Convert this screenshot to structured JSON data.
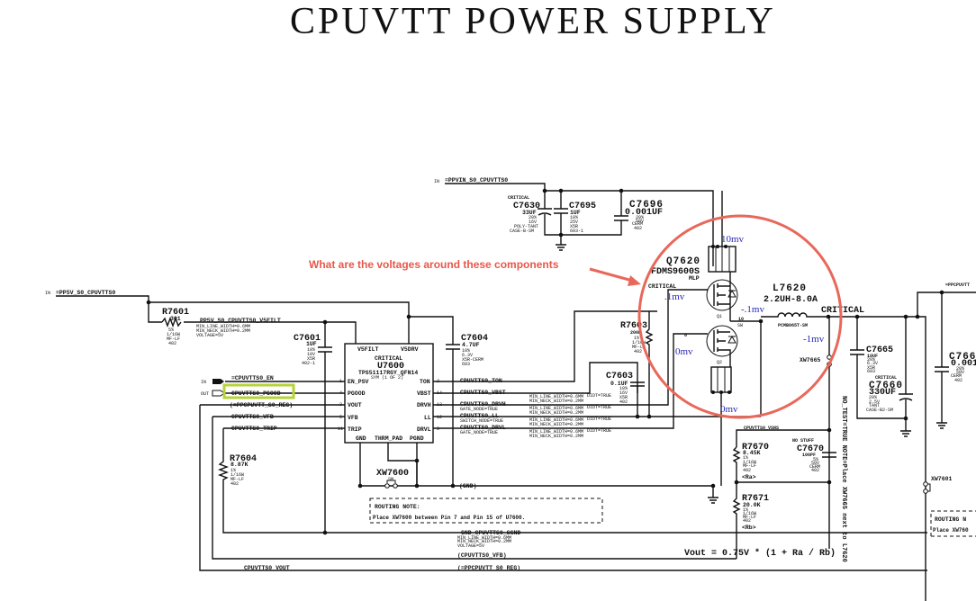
{
  "title": "CPUVTT POWER SUPPLY",
  "annotation": {
    "question": "What are the voltages around these components",
    "highlight_color": "#b6d33a",
    "circle_color": "#e8685a",
    "voltage_color": "#2a2ab8",
    "voltages": {
      "q7620_drain": "10mv",
      "q1_gate": ".1mv",
      "switch_node": "-.1mv",
      "q2_gate": "0mv",
      "q2_source": "0mv",
      "inductor_out": "-1mv"
    }
  },
  "nets": {
    "pp5v": "=PP5V_S0_CPUVTTS0",
    "pp5v_vfilt": "PP5V_S0_CPUVTTS0_V5FILT",
    "ppvin": "=PPVIN_S0_CPUVTTS0",
    "ppcpuvtt": "=PPCPUVTT",
    "en": "=CPUVTTS0_EN",
    "pgood": "CPUVTTS0_PGOOD",
    "reg": "(=PPCPUVTT_S0_REG)",
    "vfb": "CPUVTTS0_VFB",
    "trip": "CPUVTTS0_TRIP",
    "ton": "CPUVTTS0_TON",
    "vbst": "CPUVTTS0_VBST",
    "drvh": "CPUVTTS0_DRVH",
    "ll": "CPUVTTS0_LL",
    "drvl": "CPUVTTS0_DRVL",
    "gnd": "(GND)",
    "sgnd": "GND_CPUVTTS0_SGND",
    "vfb_paren": "(CPUVTTS0_VFB)",
    "reg_paren": "(=PPCPUVTT_S0_REG)",
    "vout": "CPUVTTS0_VOUT",
    "vsns": "CPUVTTS0_VSNS",
    "gate_node": "GATE_NODE=TRUE",
    "switch_node": "SWITCH_NODE=TRUE",
    "min_line": "MIN_LINE_WIDTH=0.6MM",
    "min_neck": "MIN_NECK_WIDTH=0.2MM",
    "diff": "DIDT=TRUE",
    "voltage5v": "VOLTAGE=5V",
    "en_in": "IN",
    "pgood_out": "OUT"
  },
  "u7600": {
    "ref": "U7600",
    "critical": "CRITICAL",
    "part": "TPS51117RGY_QFN14",
    "sym": "SYM (1 OF 2)",
    "pins_left": [
      {
        "num": "1",
        "name": "EN_PSV"
      },
      {
        "num": "4",
        "name": "PGOOD"
      },
      {
        "num": "3",
        "name": "VOUT"
      },
      {
        "num": "5",
        "name": "VFB"
      },
      {
        "num": "11",
        "name": "TRIP"
      }
    ],
    "pins_right": [
      {
        "num": "2",
        "name": "TON"
      },
      {
        "num": "14",
        "name": "VBST"
      },
      {
        "num": "13",
        "name": "DRVH"
      },
      {
        "num": "12",
        "name": "LL"
      },
      {
        "num": "8",
        "name": "DRVL"
      }
    ],
    "pins_top": [
      {
        "num": "4",
        "name": "V5FILT"
      },
      {
        "num": "10",
        "name": "V5DRV"
      }
    ],
    "pins_bottom": [
      {
        "num": "7",
        "name": "GND"
      },
      {
        "num": "15",
        "name": "THRM_PAD"
      },
      {
        "num": "6",
        "name": "PGND"
      }
    ]
  },
  "components": {
    "r7601": {
      "ref": "R7601",
      "value": "301",
      "specs": [
        "5%",
        "1/16W",
        "MF-LF",
        "402"
      ]
    },
    "c7601": {
      "ref": "C7601",
      "value": "1UF",
      "specs": [
        "10%",
        "10V",
        "X5R",
        "402-1"
      ]
    },
    "c7604": {
      "ref": "C7604",
      "value": "4.7UF",
      "specs": [
        "10%",
        "6.3V",
        "X5R-CERM",
        "603"
      ]
    },
    "c7630": {
      "ref": "C7630",
      "critical": "CRITICAL",
      "value": "33UF",
      "specs": [
        "20%",
        "16V",
        "POLY-TANT",
        "CASE-B-SM"
      ]
    },
    "c7695": {
      "ref": "C7695",
      "value": "1UF",
      "specs": [
        "10%",
        "25V",
        "X5R",
        "603-1"
      ]
    },
    "c7696": {
      "ref": "C7696",
      "value": "0.001UF",
      "specs": [
        "20%",
        "50V",
        "CERM",
        "402"
      ]
    },
    "r7603": {
      "ref": "R7603",
      "value": "200K",
      "specs": [
        "1%",
        "1/16W",
        "MF-LF",
        "402"
      ]
    },
    "c7603": {
      "ref": "C7603",
      "value": "0.1UF",
      "specs": [
        "10%",
        "16V",
        "X5R",
        "402"
      ]
    },
    "r7604": {
      "ref": "R7604",
      "value": "8.87K",
      "specs": [
        "1%",
        "1/16W",
        "MF-LF",
        "402"
      ]
    },
    "xw7600": {
      "ref": "XW7600",
      "sub": "SM"
    },
    "q7620": {
      "ref": "Q7620",
      "part": "FDMS9600S",
      "pkg": "MLP",
      "critical": "CRITICAL",
      "q1": "Q1",
      "q2": "Q2",
      "sw": "SW"
    },
    "l7620": {
      "ref": "L7620",
      "value": "2.2UH-8.0A",
      "part": "PCMB065T-SM",
      "critical": "CRITICAL"
    },
    "xw7665": {
      "ref": "XW7665"
    },
    "c7665": {
      "ref": "C7665",
      "value": "10UF",
      "specs": [
        "20%",
        "6.3V",
        "X5R",
        "603"
      ]
    },
    "c7660": {
      "ref": "C7660",
      "critical": "CRITICAL",
      "value": "330UF",
      "specs": [
        "20%",
        "2.5V",
        "TANT",
        "CASE-B2-SM"
      ]
    },
    "c7661": {
      "ref": "C766",
      "value": "0.001",
      "specs": [
        "20%",
        "50V",
        "CERM",
        "402"
      ]
    },
    "r7670": {
      "ref": "R7670",
      "value": "8.45K",
      "specs": [
        "1%",
        "1/16W",
        "MF-LF",
        "402"
      ],
      "tag": "<Ra>"
    },
    "c7670": {
      "ref": "C7670",
      "nostuff": "NO STUFF",
      "value": "100PF",
      "specs": [
        "5%",
        "50V",
        "CERM",
        "402"
      ]
    },
    "r7671": {
      "ref": "R7671",
      "value": "20.0K",
      "specs": [
        "1%",
        "1/16W",
        "MF-LF",
        "402"
      ],
      "tag": "<Rb>"
    },
    "xw7601": {
      "ref": "XW7601"
    }
  },
  "notes": {
    "routing_title": "ROUTING NOTE:",
    "routing_text": "Place XW7600 between Pin 7 and Pin 15 of U7600.",
    "routing_title_2": "ROUTING N",
    "routing_text_2": "Place XW760",
    "xw7665_note": "NO_TEST=TRUE  NOTE=Place XW7665 next to L7620",
    "formula": "Vout = 0.75V * (1 + Ra / Rb)"
  }
}
